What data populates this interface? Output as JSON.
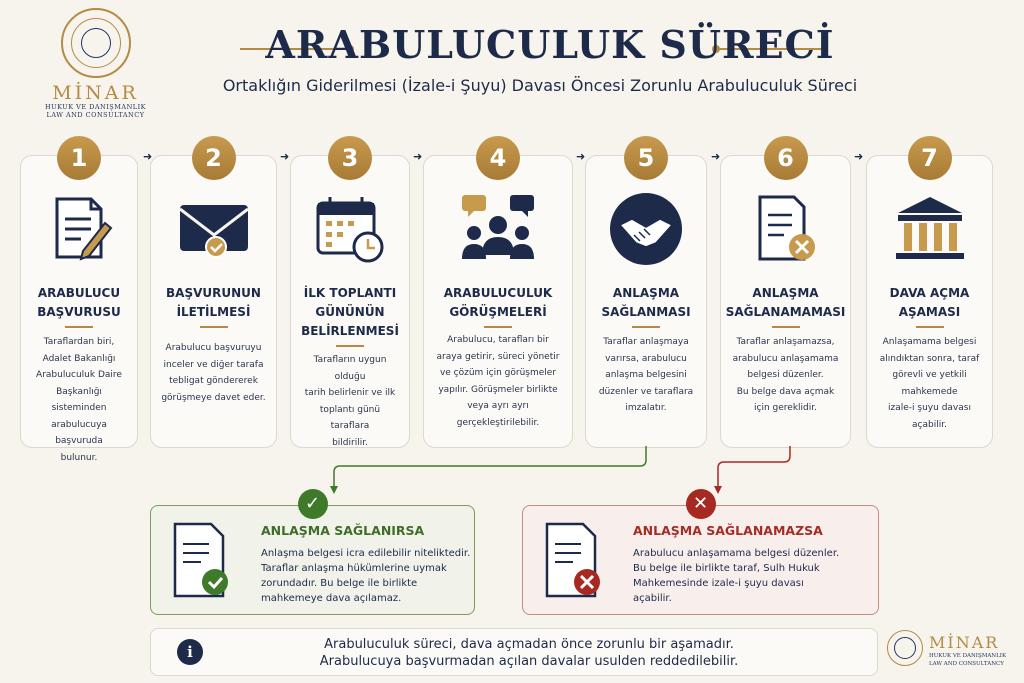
{
  "brand": {
    "name": "MİNAR",
    "sub1": "HUKUK VE DANIŞMANLIK",
    "sub2": "LAW AND CONSULTANCY"
  },
  "title": "ARABULUCULUK SÜRECİ",
  "subtitle": "Ortaklığın Giderilmesi (İzale-i Şuyu) Davası Öncesi Zorunlu Arabuluculuk Süreci",
  "steps": [
    {
      "num": "1",
      "icon": "document-pen-icon",
      "title1": "ARABULUCU",
      "title2": "BAŞVURUSU",
      "title3": "",
      "desc": [
        "Taraflardan biri,",
        "Adalet Bakanlığı",
        "Arabuluculuk Daire",
        "Başkanlığı sisteminden",
        "arabulucuya başvuruda",
        "bulunur."
      ]
    },
    {
      "num": "2",
      "icon": "envelope-check-icon",
      "title1": "BAŞVURUNUN",
      "title2": "İLETİLMESİ",
      "title3": "",
      "desc": [
        "Arabulucu başvuruyu",
        "inceler ve diğer tarafa",
        "tebligat göndererek",
        "görüşmeye davet eder."
      ]
    },
    {
      "num": "3",
      "icon": "calendar-clock-icon",
      "title1": "İLK TOPLANTI",
      "title2": "GÜNÜNÜN",
      "title3": "BELİRLENMESİ",
      "desc": [
        "Tarafların uygun olduğu",
        "tarih belirlenir ve ilk",
        "toplantı günü taraflara",
        "bildirilir."
      ]
    },
    {
      "num": "4",
      "icon": "meeting-people-icon",
      "title1": "ARABULUCULUK",
      "title2": "GÖRÜŞMELERİ",
      "title3": "",
      "desc": [
        "Arabulucu, tarafları bir",
        "araya getirir, süreci yönetir",
        "ve çözüm için görüşmeler",
        "yapılır. Görüşmeler birlikte",
        "veya ayrı ayrı",
        "gerçekleştirilebilir."
      ]
    },
    {
      "num": "5",
      "icon": "handshake-icon",
      "title1": "ANLAŞMA",
      "title2": "SAĞLANMASI",
      "title3": "",
      "desc": [
        "Taraflar anlaşmaya",
        "varırsa, arabulucu",
        "anlaşma belgesini",
        "düzenler ve taraflara",
        "imzalatır."
      ]
    },
    {
      "num": "6",
      "icon": "document-x-icon",
      "title1": "ANLAŞMA",
      "title2": "SAĞLANAMAMASI",
      "title3": "",
      "desc": [
        "Taraflar anlaşamazsa,",
        "arabulucu anlaşamama",
        "belgesi düzenler.",
        "Bu belge dava açmak",
        "için gereklidir."
      ]
    },
    {
      "num": "7",
      "icon": "courthouse-icon",
      "title1": "DAVA AÇMA",
      "title2": "AŞAMASI",
      "title3": "",
      "desc": [
        "Anlaşamama belgesi",
        "alındıktan sonra, taraf",
        "görevli ve yetkili",
        "mahkemede",
        "izale-i şuyu davası",
        "açabilir."
      ]
    }
  ],
  "outcome_ok": {
    "title": "ANLAŞMA SAĞLANIRSA",
    "lines": [
      "Anlaşma belgesi icra edilebilir niteliktedir.",
      "Taraflar anlaşma hükümlerine uymak",
      "zorundadır. Bu belge ile birlikte",
      "mahkemeye dava açılamaz."
    ]
  },
  "outcome_no": {
    "title": "ANLAŞMA SAĞLANAMAZSA",
    "lines": [
      "Arabulucu anlaşamama belgesi düzenler.",
      "Bu belge ile birlikte taraf, Sulh Hukuk",
      "Mahkemesinde izale-i şuyu davası",
      "açabilir."
    ]
  },
  "info": {
    "line1": "Arabuluculuk süreci, dava açmadan önce zorunlu bir aşamadır.",
    "line2": "Arabulucuya başvurmadan açılan davalar usulden reddedilebilir."
  },
  "colors": {
    "navy": "#1d2a4a",
    "gold": "#b48a45",
    "green": "#3f7a2a",
    "red": "#a72a22"
  }
}
